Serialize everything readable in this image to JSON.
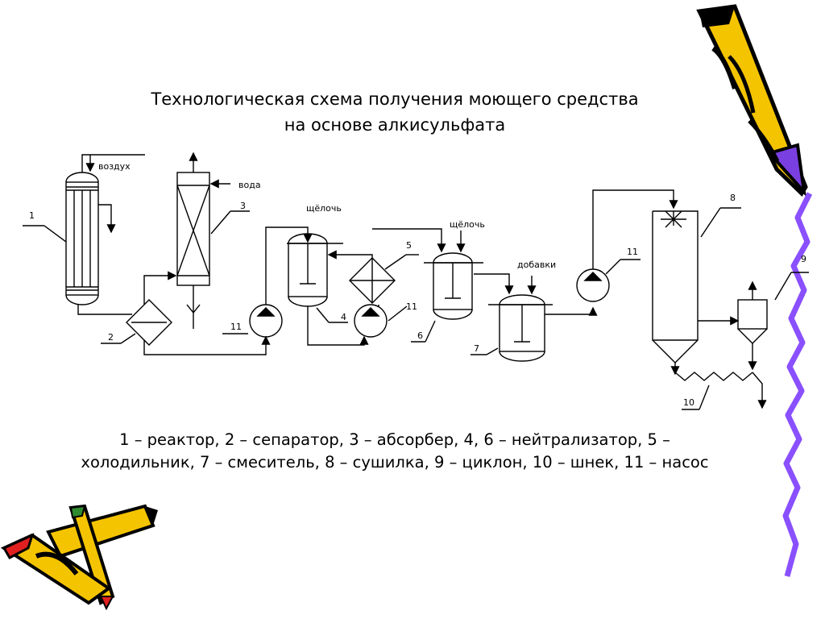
{
  "title": {
    "line1": "Технологическая схема получения моющего средства",
    "line2": "на основе алкисульфата"
  },
  "diagram": {
    "labels": {
      "air": "воздух",
      "water": "вода",
      "alkali_1": "щёлочь",
      "alkali_2": "щёлочь",
      "additives": "добавки"
    },
    "numbers": {
      "n1": "1",
      "n2": "2",
      "n3": "3",
      "n4": "4",
      "n5": "5",
      "n6": "6",
      "n7": "7",
      "n8": "8",
      "n9": "9",
      "n10": "10",
      "n11a": "11",
      "n11b": "11",
      "n11c": "11"
    }
  },
  "legend": {
    "line1": "1 – реактор, 2 – сепаратор, 3 – абсорбер, 4, 6 – нейтрализатор, 5 –",
    "line2": "холодильник, 7 – смеситель, 8 – сушилка, 9 – циклон, 10 – шнек, 11 – насос"
  },
  "decor": {
    "pencil_colors": [
      "#f5c400",
      "#000000",
      "#7a3fe0",
      "#e02020",
      "#2e8b2e",
      "#8a50ff"
    ]
  }
}
